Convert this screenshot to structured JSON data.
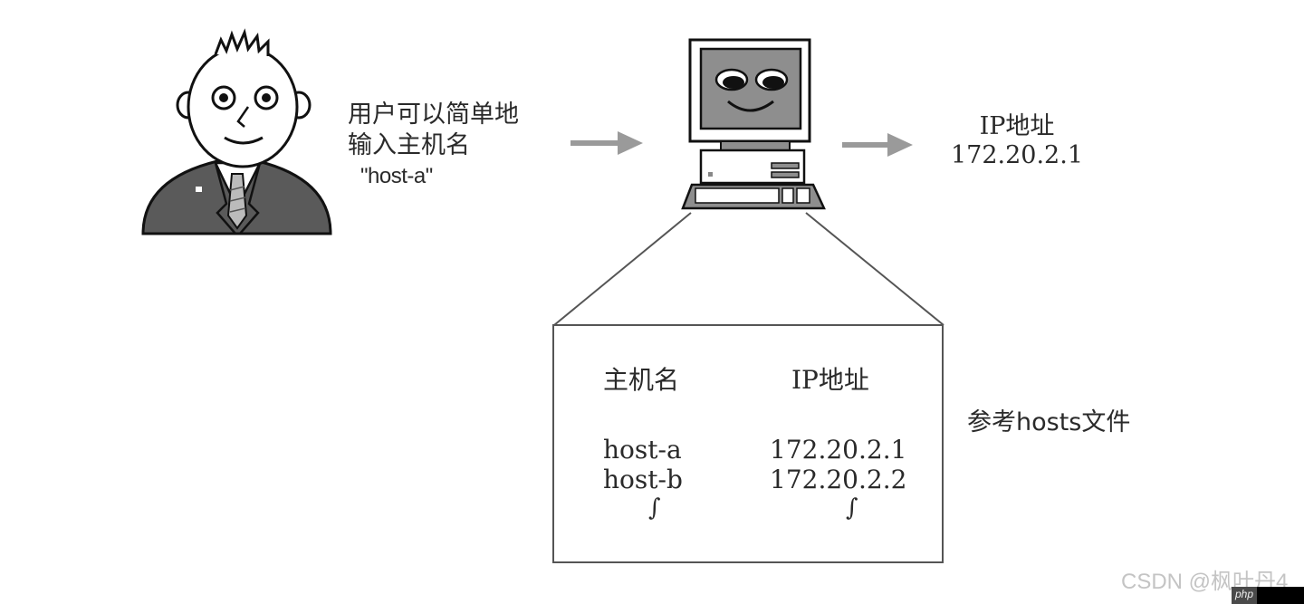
{
  "user": {
    "icon": "user-person-icon",
    "caption_line1": "用户可以简单地",
    "caption_line2": "输入主机名",
    "hostname_quoted": "\"host-a\""
  },
  "computer": {
    "icon": "computer-icon"
  },
  "result": {
    "label": "IP地址",
    "value": "172.20.2.1"
  },
  "hosts_file": {
    "caption": "参考hosts文件",
    "columns": [
      "主机名",
      "IP地址"
    ],
    "rows": [
      {
        "hostname": "host-a",
        "ip": "172.20.2.1"
      },
      {
        "hostname": "host-b",
        "ip": "172.20.2.2"
      }
    ],
    "continuation": "∫"
  },
  "colors": {
    "arrow": "#9a9a9a",
    "suit": "#5a5a5a",
    "screen": "#8e8e8e",
    "line": "#555555"
  },
  "watermark": {
    "text": "CSDN @枫叶丹4",
    "badge": "php"
  }
}
